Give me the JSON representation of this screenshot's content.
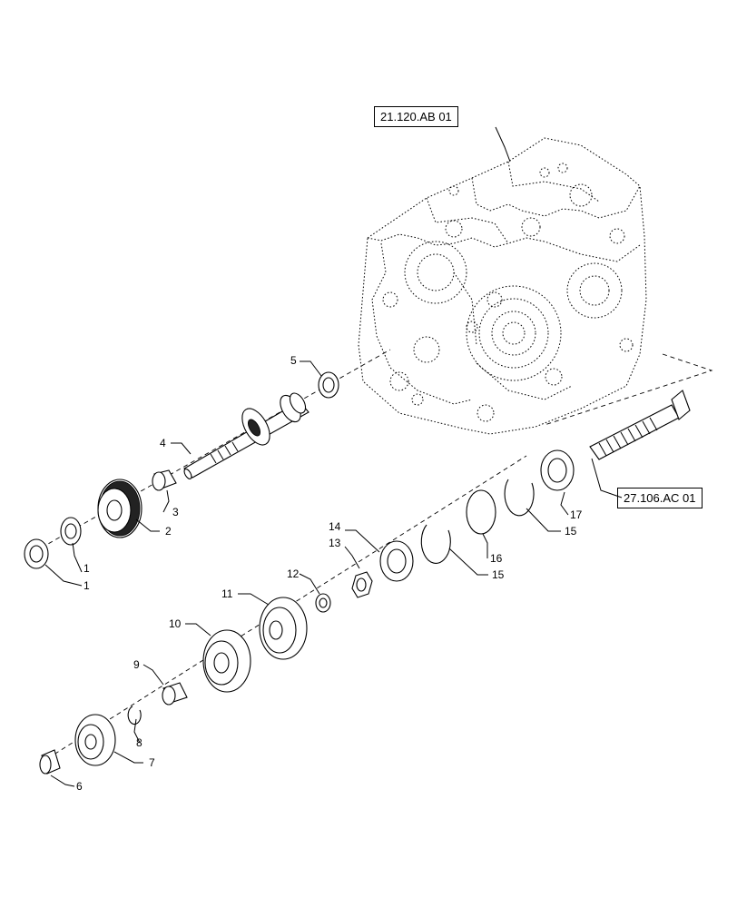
{
  "references": {
    "housing_ref": "21.120.AB 01",
    "worm_ref": "27.106.AC 01"
  },
  "callouts": [
    "1",
    "1",
    "2",
    "3",
    "4",
    "5",
    "6",
    "7",
    "8",
    "9",
    "10",
    "11",
    "12",
    "13",
    "14",
    "15",
    "15",
    "16",
    "17"
  ]
}
